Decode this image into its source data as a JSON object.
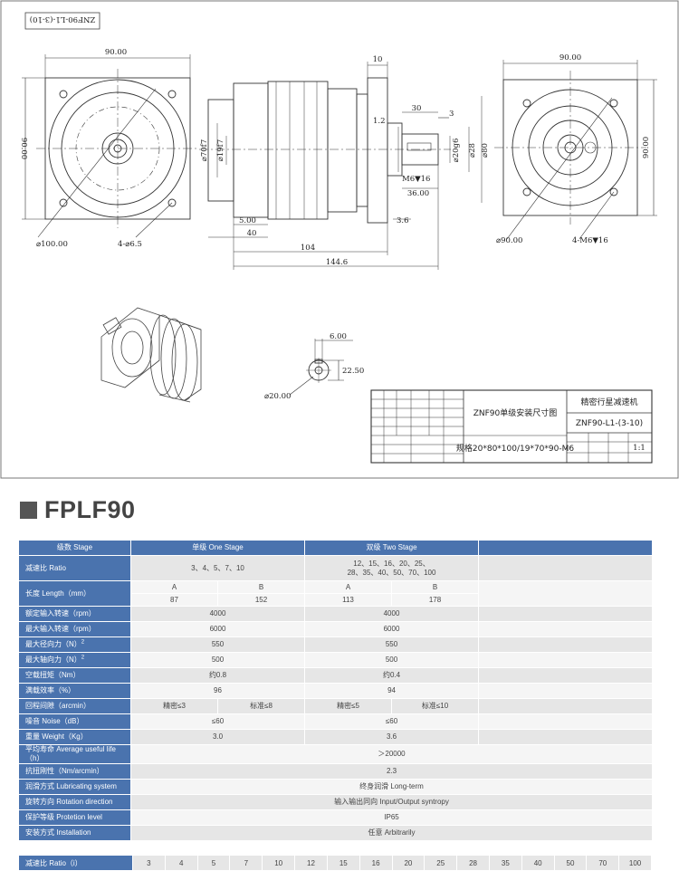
{
  "drawing": {
    "corner_title": "ZNF90-L1-(3-10)",
    "dims": {
      "left_width": "90.00",
      "left_height": "90.00",
      "left_pcd": "⌀100.00",
      "left_holes": "4-⌀6.5",
      "side_top": "10",
      "side_d70": "⌀70f7",
      "side_d19": "⌀19f7",
      "side_5": "5.00",
      "side_40": "40",
      "side_104": "104",
      "side_144": "144.6",
      "side_1_2": "1.2",
      "side_30": "30",
      "side_3": "3",
      "side_d20": "⌀20g6",
      "side_d28": "⌀28",
      "side_d80": "⌀80",
      "side_m6": "M6▼16",
      "side_36": "36.00",
      "side_3_6": "3.6",
      "right_width": "90.00",
      "right_height": "90.00",
      "right_pcd": "⌀90.00",
      "right_holes": "4-M6▼16",
      "key_6": "6.00",
      "key_22": "22.50",
      "key_d20": "⌀20.00"
    },
    "title_block": {
      "drawing_name": "ZNF90单级安装尺寸图",
      "spec": "规格20*80*100/19*70*90-M6",
      "product": "精密行星减速机",
      "model": "ZNF90-L1-(3-10)",
      "scale": "1:1"
    }
  },
  "heading": "FPLF90",
  "spec_table": {
    "header": {
      "label": "级数 Stage",
      "one": "单级 One Stage",
      "two": "双级 Two Stage"
    },
    "ratio": {
      "label": "减速比 Ratio",
      "one": "3、4、5、7、10",
      "two_l1": "12、15、16、20、25、",
      "two_l2": "28、35、40、50、70、100"
    },
    "length": {
      "label": "长度 Length（mm）",
      "a": "A",
      "b": "B",
      "one_a": "87",
      "one_b": "152",
      "two_a": "113",
      "two_b": "178"
    },
    "rated_speed": {
      "label": "额定输入转速（rpm）",
      "one": "4000",
      "two": "4000"
    },
    "max_speed": {
      "label": "最大输入转速（rpm）",
      "one": "6000",
      "two": "6000"
    },
    "radial": {
      "label": "最大径向力（N）",
      "note": "2",
      "one": "550",
      "two": "550"
    },
    "axial": {
      "label": "最大轴向力（N）",
      "note": "2",
      "one": "500",
      "two": "500"
    },
    "no_load": {
      "label": "空载扭矩（Nm）",
      "one": "约0.8",
      "two": "约0.4"
    },
    "efficiency": {
      "label": "满载效率（%）",
      "one": "96",
      "two": "94"
    },
    "backlash": {
      "label": "回程间隙（arcmin）",
      "one_a": "精密≤3",
      "one_b": "标准≤8",
      "two_a": "精密≤5",
      "two_b": "标准≤10"
    },
    "noise": {
      "label": "噪音 Noise（dB）",
      "one": "≤60",
      "two": "≤60"
    },
    "weight": {
      "label": "重量 Weight（Kg）",
      "one": "3.0",
      "two": "3.6"
    },
    "life": {
      "label": "平均寿命 Average useful life（h）",
      "value": "＞20000"
    },
    "stiffness": {
      "label": "抗扭刚性（Nm/arcmin）",
      "value": "2.3"
    },
    "lubrication": {
      "label": "润滑方式 Lubricating system",
      "value": "终身润滑 Long-term"
    },
    "rotation": {
      "label": "旋转方向 Rotation direction",
      "value": "输入输出同向 Input/Output syntropy"
    },
    "protection": {
      "label": "保护等级 Protetion level",
      "value": "IP65"
    },
    "installation": {
      "label": "安装方式 Installation",
      "value": "任意 Arbitrarily"
    }
  },
  "ratio_row": {
    "label": "减速比 Ratio（i）",
    "values": [
      "3",
      "4",
      "5",
      "7",
      "10",
      "12",
      "15",
      "16",
      "20",
      "25",
      "28",
      "35",
      "40",
      "50",
      "70",
      "100"
    ]
  }
}
